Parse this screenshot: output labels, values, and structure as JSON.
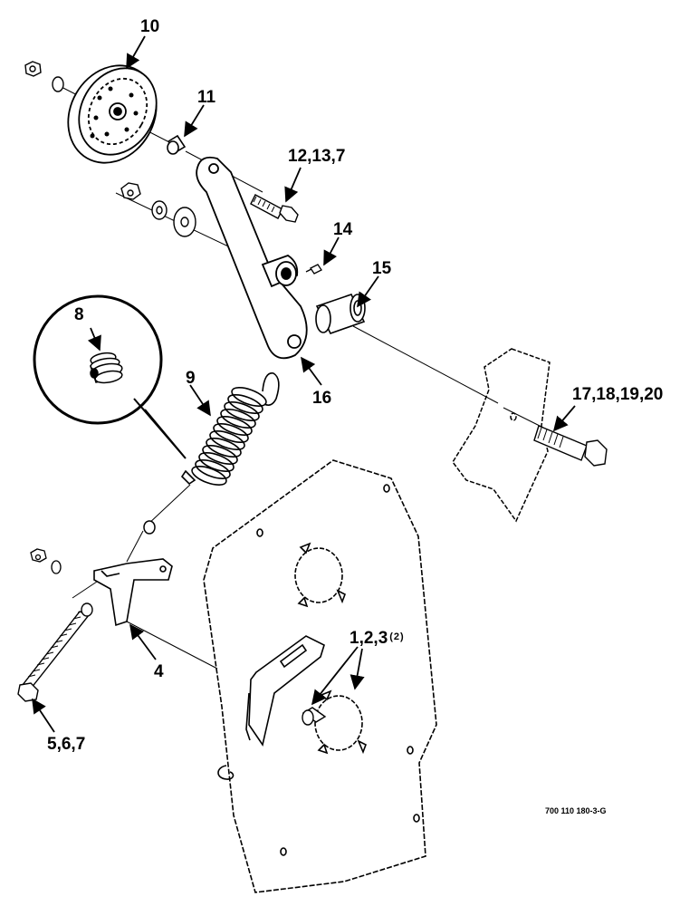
{
  "callouts": {
    "c10": "10",
    "c11": "11",
    "c12": "12,13,7",
    "c14": "14",
    "c15": "15",
    "c8": "8",
    "c9": "9",
    "c16": "16",
    "c17": "17,18,19,20",
    "c1": "1,2,3",
    "c1_qty": "(2)",
    "c4": "4",
    "c5": "5,6,7"
  },
  "drawing_number": "700 110 180-3-G"
}
